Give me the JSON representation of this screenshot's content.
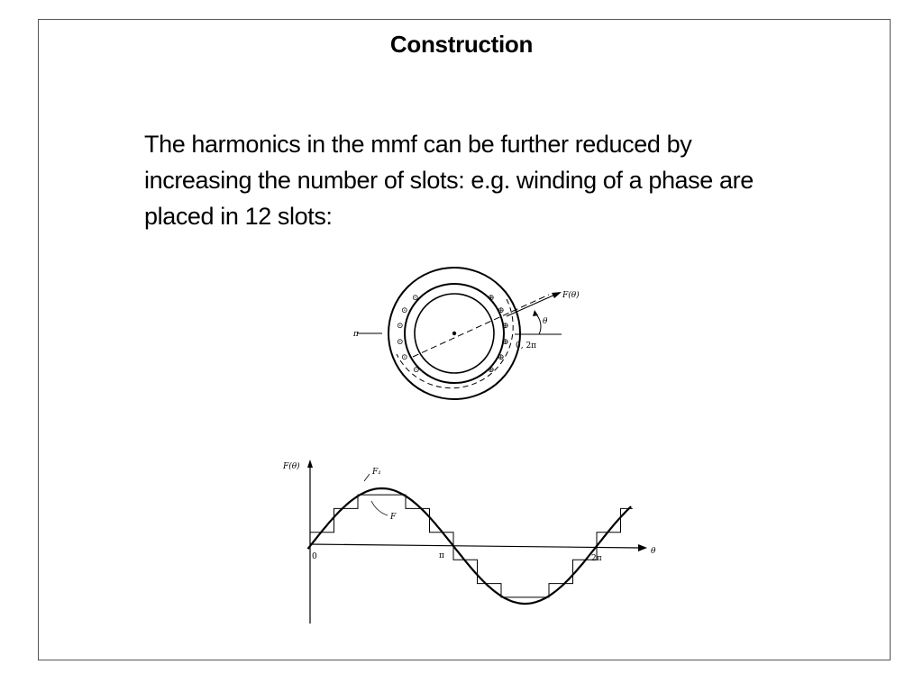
{
  "slide": {
    "title": "Construction",
    "body_lines": [
      "The harmonics in the mmf can be further reduced by",
      "increasing the number of slots: e.g. winding of a phase  are",
      "placed in 12 slots:"
    ]
  },
  "stator_figure": {
    "labels": {
      "axis_label": "F(θ)",
      "angle_label": "θ",
      "left_reference": "π",
      "right_reference": "0, 2π"
    },
    "conductor_symbols": {
      "dot": "⊙",
      "cross": "⊕"
    }
  },
  "mmf_waveform": {
    "labels": {
      "y_axis": "F(θ)",
      "x_axis": "θ",
      "fundamental": "F₁",
      "stepped": "F",
      "tick_zero": "0",
      "tick_pi": "π",
      "tick_two_pi": "2π"
    }
  }
}
